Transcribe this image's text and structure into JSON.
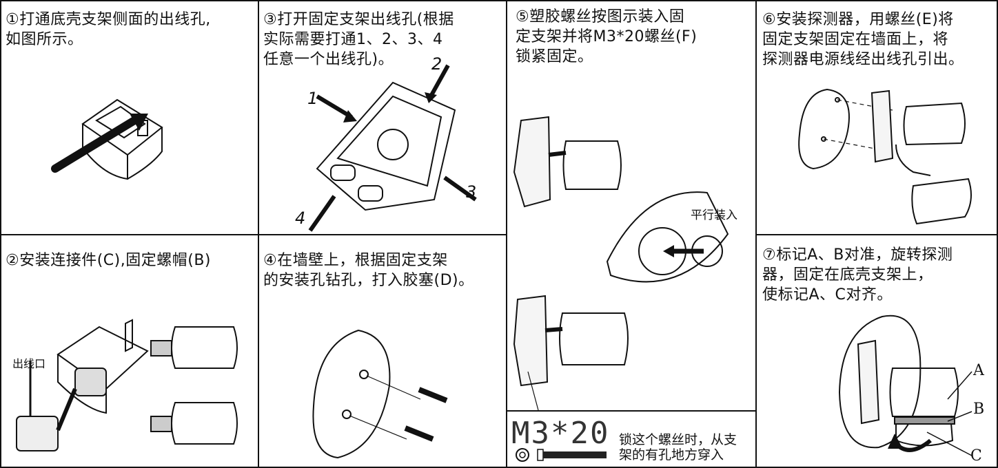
{
  "steps": {
    "s1": "①打通底壳支架侧面的出线孔,\n    如图所示。",
    "s2": "②安装连接件(C),固定螺帽(B)",
    "s3": "③打开固定支架出线孔(根据\n    实际需要打通1、2、3、4\n    任意一个出线孔)。",
    "s4": "④在墙壁上，根据固定支架\n的安装孔钻孔，打入胶塞(D)。",
    "s5": "⑤塑胶螺丝按图示装入固\n定支架并将M3*20螺丝(F)\n锁紧固定。",
    "s6": "⑥安装探测器，用螺丝(E)将\n固定支架固定在墙面上，将\n探测器电源线经出线孔引出。",
    "s7": "⑦标记A、B对准，旋转探测\n器，固定在底壳支架上，\n使标记A、C对齐。"
  },
  "labels": {
    "cable_outlet": "出线口",
    "parallel": "平行装入",
    "hole1": "1",
    "hole2": "2",
    "hole3": "3",
    "hole4": "4",
    "mark_a": "A",
    "mark_b": "B",
    "mark_c": "C"
  },
  "screw": {
    "size": "M3*20",
    "note": "锁这个螺丝时，从支\n架的有孔地方穿入"
  },
  "icons": [
    "arrow-icon",
    "screw-icon",
    "rotate-arrow-icon"
  ]
}
